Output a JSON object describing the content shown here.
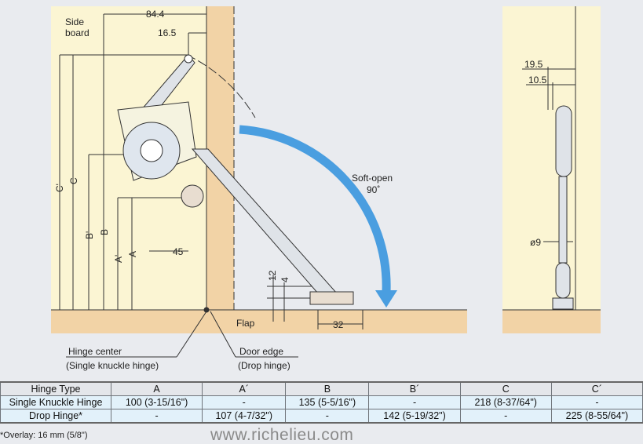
{
  "diagram": {
    "labels": {
      "side_board": [
        "Side",
        "board"
      ],
      "flap": "Flap",
      "soft_open": "Soft-open",
      "angle": "90˚",
      "hinge_center": "Hinge center",
      "single_knuckle": "(Single knuckle hinge)",
      "door_edge": "Door edge",
      "drop_hinge": "(Drop hinge)"
    },
    "dims": {
      "d84": "84.4",
      "d16": "16.5",
      "d45": "45",
      "d32": "32",
      "d12": "12",
      "d4": "4",
      "C1": "C'",
      "C": "C",
      "B1": "B'",
      "B": "B",
      "A1": "A'",
      "A": "A",
      "d19": "19.5",
      "d10": "10.5",
      "phi9": "ø9"
    }
  },
  "table": {
    "headers": [
      "Hinge Type",
      "A",
      "A´",
      "B",
      "B´",
      "C",
      "C´"
    ],
    "rows": [
      [
        "Single Knuckle Hinge",
        "100 (3-15/16\")",
        "-",
        "135 (5-5/16\")",
        "-",
        "218 (8-37/64\")",
        "-"
      ],
      [
        "Drop Hinge*",
        "-",
        "107 (4-7/32\")",
        "-",
        "142 (5-19/32\")",
        "-",
        "225 (8-55/64\")"
      ]
    ],
    "footnote": "*Overlay: 16 mm (5/8\")"
  },
  "watermark": "www.richelieu.com",
  "colors": {
    "panel": "#fbf5d3",
    "wood": "#f2d3a6",
    "arrow": "#4a9ee0"
  }
}
